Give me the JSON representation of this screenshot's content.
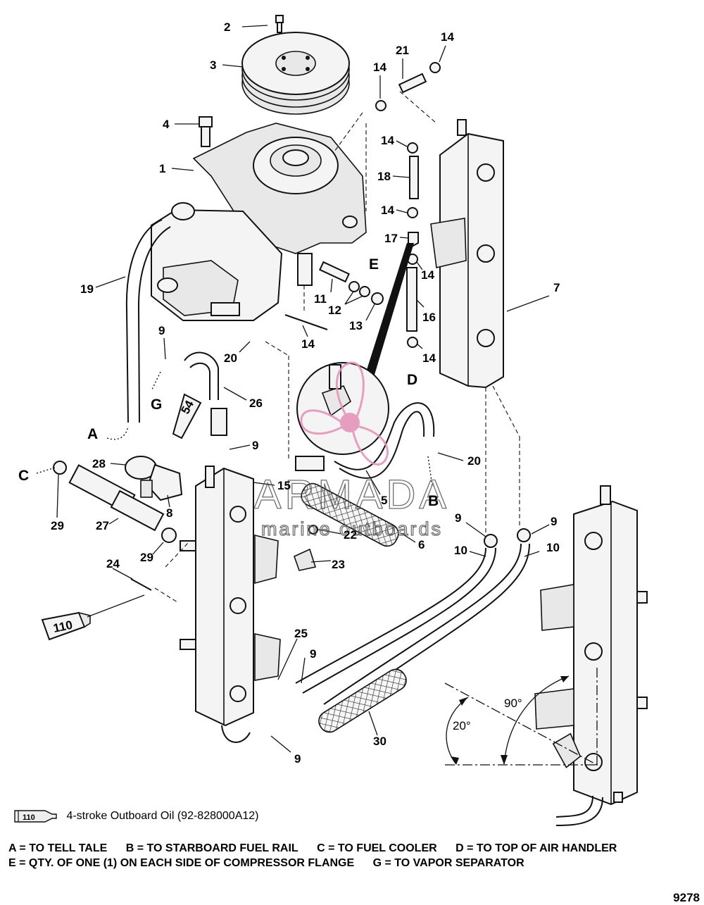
{
  "callouts": [
    {
      "n": "2"
    },
    {
      "n": "3"
    },
    {
      "n": "4"
    },
    {
      "n": "1"
    },
    {
      "n": "19"
    },
    {
      "n": "14"
    },
    {
      "n": "21"
    },
    {
      "n": "14"
    },
    {
      "n": "14"
    },
    {
      "n": "18"
    },
    {
      "n": "14"
    },
    {
      "n": "17"
    },
    {
      "n": "14"
    },
    {
      "n": "16"
    },
    {
      "n": "14"
    },
    {
      "n": "7"
    },
    {
      "n": "11"
    },
    {
      "n": "12"
    },
    {
      "n": "13"
    },
    {
      "n": "14"
    },
    {
      "n": "9"
    },
    {
      "n": "20"
    },
    {
      "n": "26"
    },
    {
      "n": "54"
    },
    {
      "n": "28"
    },
    {
      "n": "9"
    },
    {
      "n": "20"
    },
    {
      "n": "15"
    },
    {
      "n": "5"
    },
    {
      "n": "8"
    },
    {
      "n": "29"
    },
    {
      "n": "27"
    },
    {
      "n": "29"
    },
    {
      "n": "22"
    },
    {
      "n": "23"
    },
    {
      "n": "6"
    },
    {
      "n": "9"
    },
    {
      "n": "9"
    },
    {
      "n": "10"
    },
    {
      "n": "10"
    },
    {
      "n": "24"
    },
    {
      "n": "110"
    },
    {
      "n": "25"
    },
    {
      "n": "9"
    },
    {
      "n": "30"
    },
    {
      "n": "9"
    }
  ],
  "letters": [
    "A",
    "B",
    "C",
    "D",
    "E",
    "G"
  ],
  "angles": {
    "a90": "90°",
    "a20": "20°"
  },
  "watermark": {
    "brand": "ARMADA",
    "tagline": "marine outboards"
  },
  "legend": {
    "tube_number": "110",
    "text": "4-stroke Outboard Oil (92-828000A12)"
  },
  "notes": {
    "a": "A = TO TELL TALE",
    "b": "B = TO STARBOARD FUEL RAIL",
    "c": "C = TO FUEL COOLER",
    "d": "D = TO TOP OF AIR HANDLER",
    "e": "E = QTY. OF ONE (1) ON EACH SIDE OF COMPRESSOR FLANGE",
    "g": "G = TO VAPOR SEPARATOR"
  },
  "figure_number": "9278"
}
